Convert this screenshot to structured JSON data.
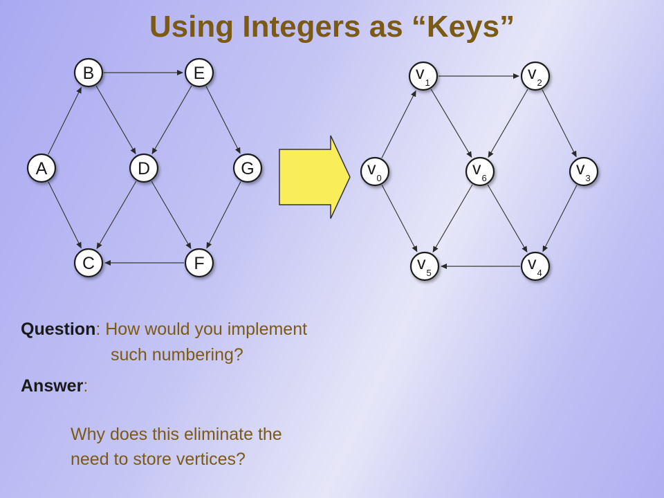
{
  "slide": {
    "title": "Using Integers as “Keys”"
  },
  "left_graph": {
    "nodes": [
      {
        "id": "A",
        "label": "A"
      },
      {
        "id": "B",
        "label": "B"
      },
      {
        "id": "C",
        "label": "C"
      },
      {
        "id": "D",
        "label": "D"
      },
      {
        "id": "E",
        "label": "E"
      },
      {
        "id": "F",
        "label": "F"
      },
      {
        "id": "G",
        "label": "G"
      }
    ],
    "edges": [
      {
        "from": "A",
        "to": "B"
      },
      {
        "from": "A",
        "to": "C"
      },
      {
        "from": "B",
        "to": "E"
      },
      {
        "from": "B",
        "to": "D"
      },
      {
        "from": "E",
        "to": "D"
      },
      {
        "from": "E",
        "to": "G"
      },
      {
        "from": "D",
        "to": "C"
      },
      {
        "from": "D",
        "to": "F"
      },
      {
        "from": "G",
        "to": "F"
      },
      {
        "from": "F",
        "to": "C"
      }
    ]
  },
  "right_graph": {
    "nodes": [
      {
        "id": "v0",
        "label": "v",
        "sub": "0"
      },
      {
        "id": "v1",
        "label": "v",
        "sub": "1"
      },
      {
        "id": "v2",
        "label": "v",
        "sub": "2"
      },
      {
        "id": "v3",
        "label": "v",
        "sub": "3"
      },
      {
        "id": "v4",
        "label": "v",
        "sub": "4"
      },
      {
        "id": "v5",
        "label": "v",
        "sub": "5"
      },
      {
        "id": "v6",
        "label": "v",
        "sub": "6"
      }
    ],
    "edges": [
      {
        "from": "v0",
        "to": "v1"
      },
      {
        "from": "v0",
        "to": "v5"
      },
      {
        "from": "v1",
        "to": "v2"
      },
      {
        "from": "v1",
        "to": "v6"
      },
      {
        "from": "v2",
        "to": "v6"
      },
      {
        "from": "v2",
        "to": "v3"
      },
      {
        "from": "v6",
        "to": "v5"
      },
      {
        "from": "v6",
        "to": "v4"
      },
      {
        "from": "v3",
        "to": "v4"
      },
      {
        "from": "v4",
        "to": "v5"
      }
    ]
  },
  "arrow": {
    "fill": "#f9ee5a",
    "stroke": "#333333"
  },
  "text": {
    "question_label": "Question",
    "question_colon": ": ",
    "question_line1": "How would you implement",
    "question_line2": "such numbering?",
    "answer_label": "Answer",
    "answer_colon": ":",
    "followup_line1": "Why does this eliminate the",
    "followup_line2": "need to store vertices?"
  },
  "colors": {
    "title": "#7a5a14",
    "body_text": "#7a5a14",
    "label_text": "#1a1a1a"
  }
}
